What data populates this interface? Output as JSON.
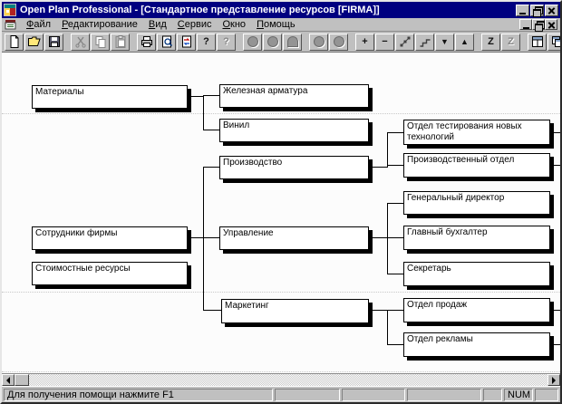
{
  "window": {
    "title": "Open Plan Professional - [Стандартное представление ресурсов [FIRMA]]"
  },
  "menu": {
    "items": [
      {
        "label": "Файл"
      },
      {
        "label": "Редактирование"
      },
      {
        "label": "Вид"
      },
      {
        "label": "Сервис"
      },
      {
        "label": "Окно"
      },
      {
        "label": "Помощь"
      }
    ]
  },
  "toolbar": {
    "buttons": [
      {
        "name": "new",
        "enabled": true
      },
      {
        "name": "open",
        "enabled": true
      },
      {
        "name": "save",
        "enabled": true
      },
      {
        "name": "cut",
        "enabled": false
      },
      {
        "name": "copy",
        "enabled": false
      },
      {
        "name": "paste",
        "enabled": false
      },
      {
        "name": "print",
        "enabled": true
      },
      {
        "name": "print-preview",
        "enabled": true
      },
      {
        "name": "update",
        "enabled": true
      },
      {
        "name": "help",
        "enabled": true,
        "glyph": "?"
      },
      {
        "name": "context-help",
        "enabled": false,
        "glyph": "?"
      },
      {
        "name": "resource-circle-1",
        "enabled": false
      },
      {
        "name": "resource-circle-2",
        "enabled": false
      },
      {
        "name": "resource-arch",
        "enabled": false
      },
      {
        "name": "resource-circle-3",
        "enabled": false
      },
      {
        "name": "resource-circle-4",
        "enabled": false
      },
      {
        "name": "add",
        "enabled": true,
        "glyph": "+"
      },
      {
        "name": "remove",
        "enabled": true,
        "glyph": "−"
      },
      {
        "name": "link-nodes",
        "enabled": true
      },
      {
        "name": "steps",
        "enabled": true
      },
      {
        "name": "move-down",
        "enabled": true,
        "glyph": "▼"
      },
      {
        "name": "move-up",
        "enabled": true,
        "glyph": "▲"
      },
      {
        "name": "zigzag-view",
        "enabled": true,
        "glyph": "Z"
      },
      {
        "name": "zigzag-view-alt",
        "enabled": false,
        "glyph": "Z"
      },
      {
        "name": "tile-windows",
        "enabled": true
      },
      {
        "name": "cascade-windows",
        "enabled": true
      }
    ]
  },
  "tree": {
    "nodes": [
      {
        "label": "Материалы",
        "parent": null
      },
      {
        "label": "Железная арматура",
        "parent": "Материалы"
      },
      {
        "label": "Винил",
        "parent": "Материалы"
      },
      {
        "label": "Сотрудники фирмы",
        "parent": null
      },
      {
        "label": "Производство",
        "parent": "Сотрудники фирмы"
      },
      {
        "label": "Отдел тестирования новых технологий",
        "parent": "Производство"
      },
      {
        "label": "Производственный отдел",
        "parent": "Производство"
      },
      {
        "label": "Управление",
        "parent": "Сотрудники фирмы"
      },
      {
        "label": "Генеральный директор",
        "parent": "Управление"
      },
      {
        "label": "Главный бухгалтер",
        "parent": "Управление"
      },
      {
        "label": "Секретарь",
        "parent": "Управление"
      },
      {
        "label": "Маркетинг",
        "parent": "Сотрудники фирмы"
      },
      {
        "label": "Отдел продаж",
        "parent": "Маркетинг"
      },
      {
        "label": "Отдел рекламы",
        "parent": "Маркетинг"
      },
      {
        "label": "Стоимостные ресурсы",
        "parent": null
      }
    ]
  },
  "statusbar": {
    "message": "Для получения помощи нажмите F1",
    "num_indicator": "NUM"
  },
  "colors": {
    "titlebar": "#000080",
    "chrome": "#c0c0c0",
    "canvas": "#fcfcfc",
    "box_fill": "#ffffff",
    "connector": "#000000"
  }
}
